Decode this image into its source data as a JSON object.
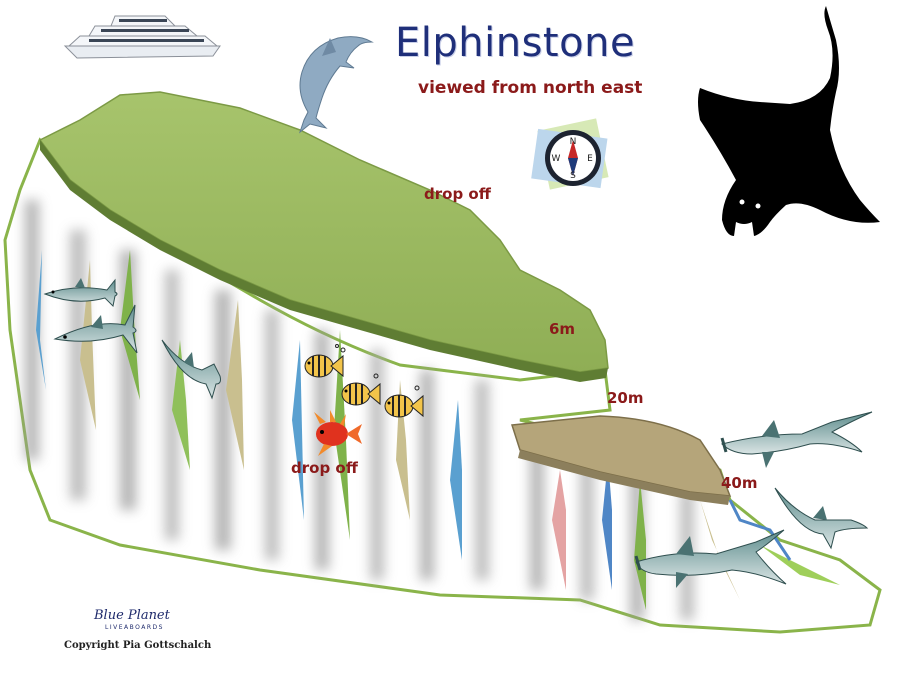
{
  "title": "Elphinstone",
  "subtitle": "viewed from north east",
  "labels": {
    "drop_off_top": "drop off",
    "depth_6m": "6m",
    "depth_20m": "20m",
    "depth_40m": "40m",
    "drop_off_wall": "drop off"
  },
  "compass": {
    "letters": [
      "N",
      "E",
      "S",
      "W"
    ]
  },
  "footer": {
    "brand": "Blue Planet",
    "brand_sub": "LIVEABOARDS",
    "copyright": "Copyright Pia Gottschalch"
  },
  "colors": {
    "reef_top": "#9dbb63",
    "plateau": "#b5a57a",
    "outline": "#8ab44a",
    "depth_label": "#8b1a1a",
    "title": "#1f2f7a"
  },
  "icons": [
    "liveaboard-boat-icon",
    "dolphin-icon",
    "manta-ray-icon",
    "compass-icon",
    "shark-icon",
    "fish-icon",
    "lionfish-icon",
    "hammerhead-shark-icon"
  ]
}
